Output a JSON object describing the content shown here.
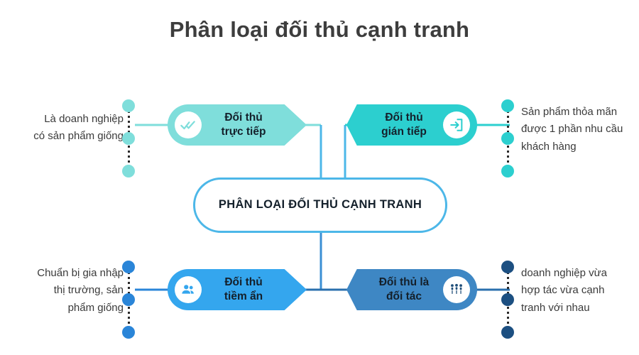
{
  "page": {
    "title": "Phân loại đối thủ cạnh tranh",
    "background": "#ffffff"
  },
  "center": {
    "label": "PHÂN LOẠI ĐỐI THỦ CẠNH TRANH",
    "border_color": "#4cb7e8"
  },
  "nodes": [
    {
      "id": "doi-thu-truc-tiep",
      "label": "Đối thủ\ntrực tiếp",
      "icon": "double-check-icon",
      "color": "#7fdedb",
      "position": "top-left"
    },
    {
      "id": "doi-thu-gian-tiep",
      "label": "Đối thủ\ngián tiếp",
      "icon": "login-arrow-icon",
      "color": "#2ccfcf",
      "position": "top-right"
    },
    {
      "id": "doi-thu-tiem-an",
      "label": "Đối thủ\ntiềm ẩn",
      "icon": "people-group-icon",
      "color": "#34a6ee",
      "position": "bottom-left"
    },
    {
      "id": "doi-thu-la-doi-tac",
      "label": "Đối thủ là\nđối tác",
      "icon": "team-crowd-icon",
      "color": "#3e87c4",
      "position": "bottom-right"
    }
  ],
  "captions": [
    {
      "id": "caption-top-left",
      "text": "Là doanh nghiệp\ncó sản phẩm giống",
      "dot_color": "#7fdedb",
      "align": "right"
    },
    {
      "id": "caption-top-right",
      "text": "Sản phẩm thỏa mãn\nđược 1 phần nhu cầu\nkhách hàng",
      "dot_color": "#2ccfcf",
      "align": "left"
    },
    {
      "id": "caption-bottom-left",
      "text": "Chuẩn bị gia nhập\nthị trường, sản\nphẩm giống",
      "dot_color": "#2a85d8",
      "align": "right"
    },
    {
      "id": "caption-bottom-right",
      "text": "doanh nghiệp vừa\nhợp tác vừa cạnh\ntranh với nhau",
      "dot_color": "#1c4f81",
      "align": "left"
    }
  ],
  "wire_colors": {
    "teal": "#7fdedb",
    "teal_dark": "#2ccfcf",
    "blue": "#4cb7e8",
    "blue_dark": "#2a6fae"
  }
}
